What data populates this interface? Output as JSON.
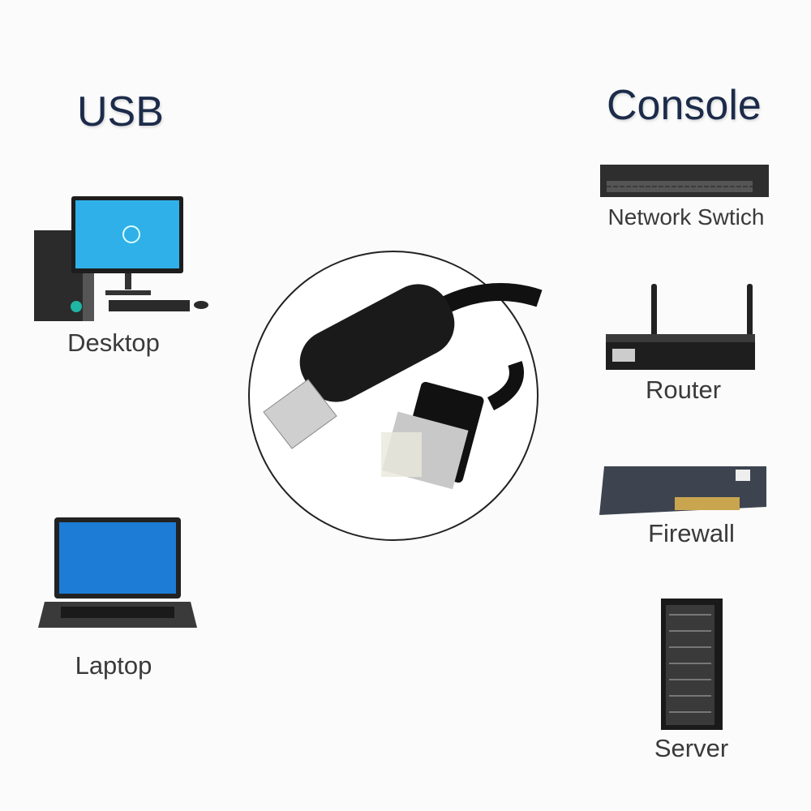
{
  "left": {
    "title": "USB",
    "devices": [
      {
        "label": "Desktop",
        "icon": "desktop-computer-icon"
      },
      {
        "label": "Laptop",
        "icon": "laptop-icon"
      }
    ]
  },
  "right": {
    "title": "Console",
    "devices": [
      {
        "label": "Network Swtich",
        "icon": "network-switch-icon"
      },
      {
        "label": "Router",
        "icon": "router-icon"
      },
      {
        "label": "Firewall",
        "icon": "firewall-icon"
      },
      {
        "label": "Server",
        "icon": "server-icon"
      }
    ]
  },
  "colors": {
    "title": "#1c2b4a",
    "label": "#3a3a3a"
  }
}
